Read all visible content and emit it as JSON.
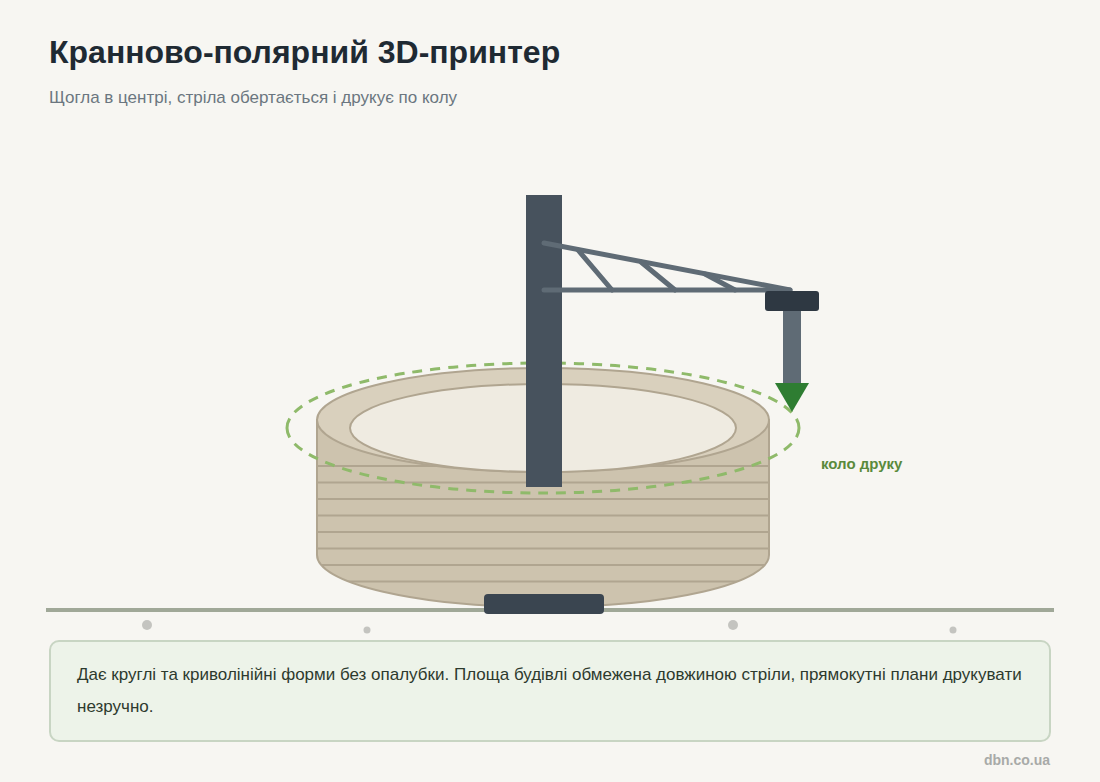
{
  "diagram": {
    "title": "Кранново-полярний 3D-принтер",
    "caption": "Щогла в центрі, стріла обертається і друкує по колу",
    "nodes": [
      {
        "text": [
          "Дає круглі та криволінійні форми без опалубки. Площа будівлі обмежена довжиною стріли, прямокутні плани друкувати незручно."
        ]
      }
    ],
    "edges": [],
    "labels": [
      "коло друку",
      "dbn.co.ua"
    ]
  }
}
